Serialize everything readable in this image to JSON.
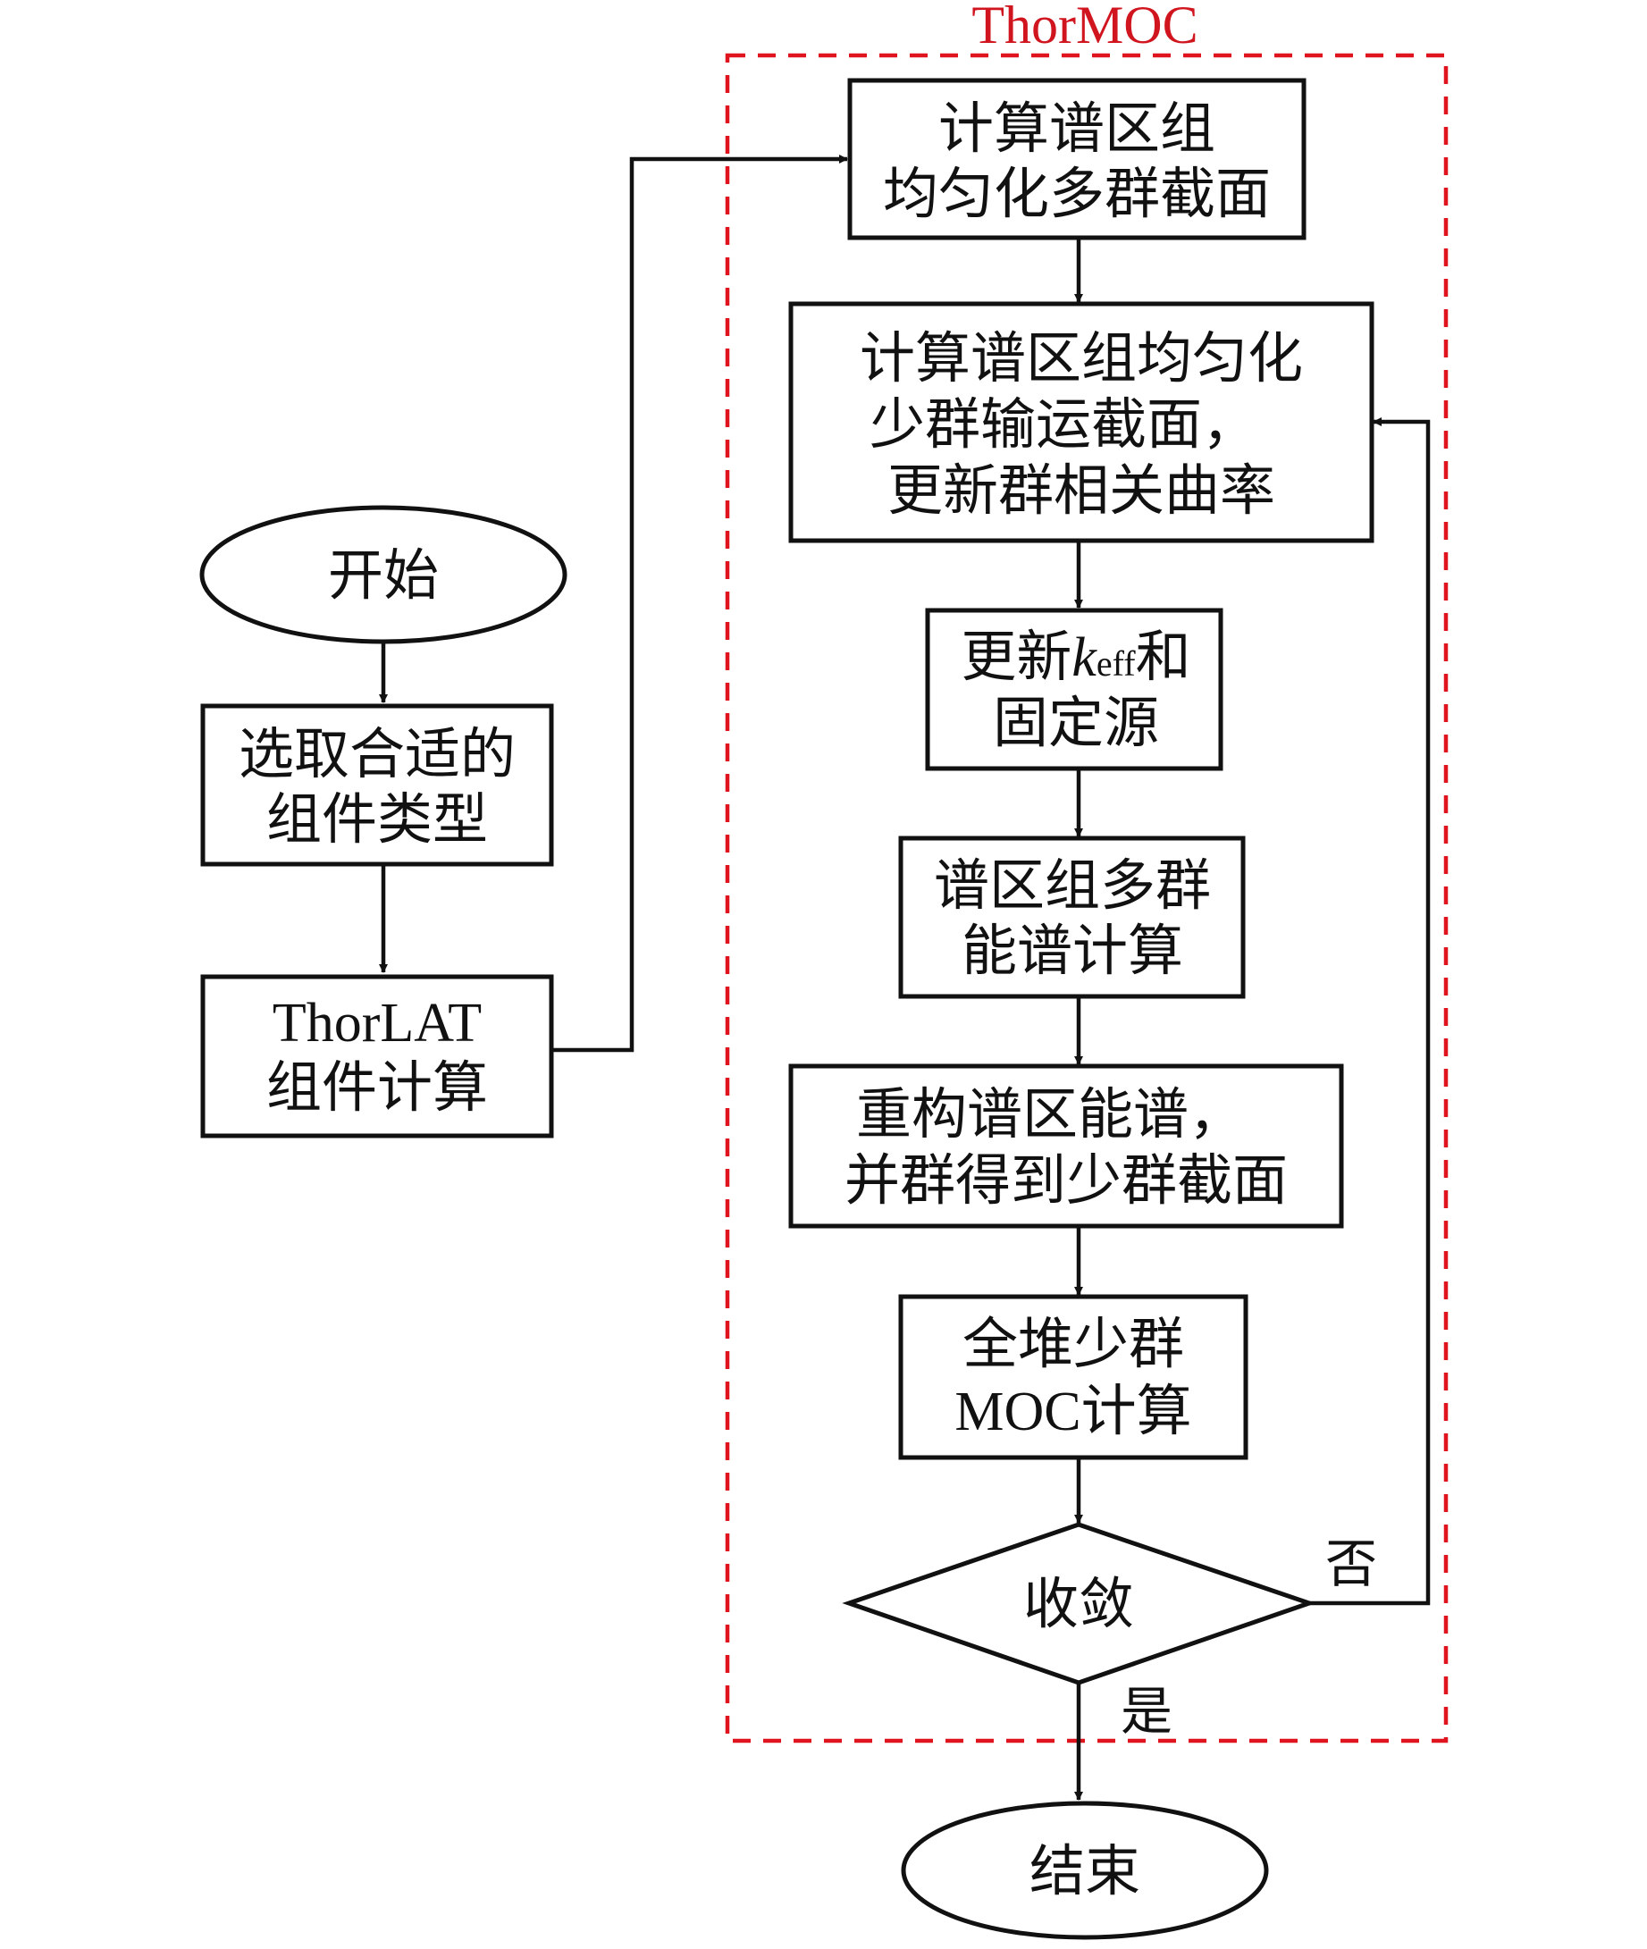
{
  "group": {
    "title": "ThorMOC",
    "border_color": "#e0141e"
  },
  "nodes": {
    "start": {
      "lines": [
        "开始"
      ]
    },
    "select": {
      "lines": [
        "选取合适的",
        "组件类型"
      ]
    },
    "thorlat": {
      "lines": [
        "ThorLAT",
        "组件计算"
      ]
    },
    "homog_multi": {
      "lines": [
        "计算谱区组",
        "均匀化多群截面"
      ]
    },
    "homog_few": {
      "lines": [
        "计算谱区组均匀化",
        "少群输运截面，",
        "更新群相关曲率"
      ]
    },
    "update_keff": {
      "prefix": "更新",
      "k": "k",
      "sub": "eff",
      "suffix": "和",
      "line2": "固定源"
    },
    "spectrum": {
      "lines": [
        "谱区组多群",
        "能谱计算"
      ]
    },
    "reconstruct": {
      "lines": [
        "重构谱区能谱，",
        "并群得到少群截面"
      ]
    },
    "moc": {
      "lines": [
        "全堆少群",
        "MOC计算"
      ]
    },
    "converge": {
      "lines": [
        "收敛"
      ]
    },
    "end": {
      "lines": [
        "结束"
      ]
    }
  },
  "edge_labels": {
    "no": "否",
    "yes": "是"
  }
}
